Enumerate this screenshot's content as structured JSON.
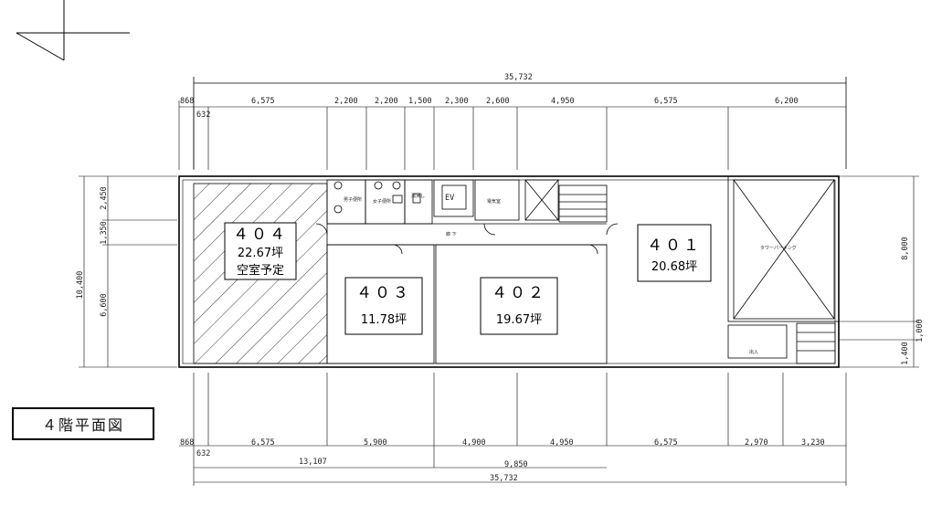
{
  "title": "４階平面図",
  "dimensions": {
    "overall_top": "35,732",
    "overall_bottom": "35,732",
    "top_spans": [
      "6,575",
      "2,200",
      "2,200",
      "1,500",
      "2,300",
      "2,600",
      "4,950",
      "6,575",
      "6,200"
    ],
    "bottom_spans": [
      "6,575",
      "5,900",
      "4,900",
      "4,950",
      "6,575",
      "2,970",
      "3,230"
    ],
    "bottom_groups": [
      "13,107",
      "9,850"
    ],
    "offset_left": "868",
    "offset_small": "632",
    "left_total": "10,400",
    "left_spans": [
      "2,450",
      "1,350",
      "6,600"
    ],
    "right_spans": [
      "8,000",
      "1,000",
      "1,400"
    ]
  },
  "units": [
    {
      "number": "４０４",
      "area": "22.67坪",
      "note": "空室予定"
    },
    {
      "number": "４０３",
      "area": "11.78坪"
    },
    {
      "number": "４０２",
      "area": "19.67坪"
    },
    {
      "number": "４０１",
      "area": "20.68坪"
    }
  ],
  "labels": {
    "ev": "EV",
    "corridor": "廊 下",
    "electric_room": "電気室",
    "tower_parking": "タワーパーキング",
    "hot_water": "湯沸し",
    "toilet_m": "男子便所",
    "toilet_f": "女子便所",
    "exit": "出入"
  }
}
